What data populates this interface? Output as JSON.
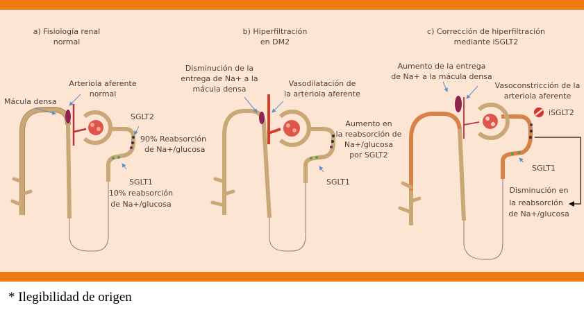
{
  "colors": {
    "orange_bar": "#ee7a14",
    "background": "#fde5d4",
    "tubule": "#c9a777",
    "tubule_edge": "#b08a58",
    "tubule_orange": "#d8824a",
    "macula": "#8e2452",
    "arteriole": "#c0303a",
    "glomerulus": "#e0554a",
    "arrow": "#5b8fc9",
    "sglt2_dot": "#2f2f3f",
    "sglt1_dot": "#4da34a",
    "inhibitor": "#d8332f",
    "loop_line": "#8a7f72"
  },
  "panels": [
    {
      "id": "a",
      "title_line1": "a) Fisiología renal",
      "title_line2": "normal",
      "labels": {
        "macula": "Mácula densa",
        "arteriole_1": "Arteriola aferente",
        "arteriole_2": "normal",
        "sglt2": "SGLT2",
        "sglt2_desc_1": "90% Reabsorción",
        "sglt2_desc_2": "de Na+/glucosa",
        "sglt1": "SGLT1",
        "sglt1_desc_1": "10% reabsorción",
        "sglt1_desc_2": "de Na+/glucosa"
      }
    },
    {
      "id": "b",
      "title_line1": "b) Hiperfiltración",
      "title_line2": "en DM2",
      "labels": {
        "macula_1": "Disminución de la",
        "macula_2": "entrega de Na+ a la",
        "macula_3": "mácula densa",
        "arteriole_1": "Vasodilatación de",
        "arteriole_2": "la arteriola aferente",
        "sglt2_1": "Aumento en",
        "sglt2_2": "la reabsorción de",
        "sglt2_3": "Na+/glucosa",
        "sglt2_4": "por SGLT2",
        "sglt1": "SGLT1"
      }
    },
    {
      "id": "c",
      "title_line1": "c) Corrección de hiperfiltración",
      "title_line2": "mediante iSGLT2",
      "labels": {
        "macula_1": "Aumento de la entrega",
        "macula_2": "de Na+ a la mácula densa",
        "arteriole_1": "Vasoconstricción de la",
        "arteriole_2": "arteriola aferente",
        "inhibitor": "iSGLT2",
        "sglt1": "SGLT1",
        "result_1": "Disminución en",
        "result_2": "la reabsorción",
        "result_3": "de Na+/glucosa"
      }
    }
  ],
  "footnote": "* Ilegibilidad de origen"
}
